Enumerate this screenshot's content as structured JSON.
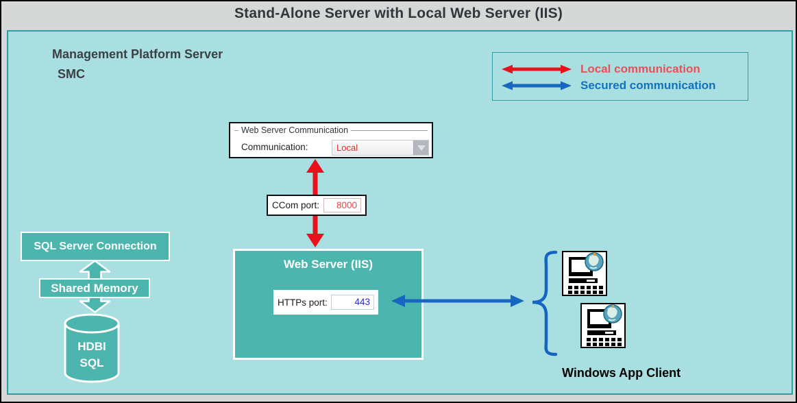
{
  "page": {
    "title": "Stand-Alone Server with Local Web Server (IIS)"
  },
  "platform": {
    "title": "Management Platform Server",
    "subtitle": "SMC"
  },
  "legend": {
    "items": [
      {
        "label": "Local communication",
        "arrow": "red-double-arrow",
        "color": "#e9515a"
      },
      {
        "label": "Secured communication",
        "arrow": "blue-double-arrow",
        "color": "#1273ba"
      }
    ]
  },
  "dialog": {
    "group_title": "Web Server Communication",
    "field_label": "Communication:",
    "dropdown_value": "Local"
  },
  "ccom": {
    "label": "CCom port:",
    "value": "8000"
  },
  "web_server": {
    "title": "Web Server (IIS)",
    "https_label": "HTTPs port:",
    "https_value": "443"
  },
  "sql": {
    "connection_label": "SQL Server Connection",
    "shared_memory_label": "Shared Memory",
    "db_line1": "HDBI",
    "db_line2": "SQL"
  },
  "clients": {
    "label": "Windows App Client",
    "count": 2
  },
  "colors": {
    "page_gray": "#d6d7d7",
    "area_bg": "#a9dfe1",
    "area_border": "#2d9fa0",
    "box_teal": "#4cb5ae",
    "local_red": "#e8111c",
    "secured_blue": "#1767c0",
    "dropdown_value_red": "#e02b30",
    "ccom_value_red": "#e8484e",
    "https_value_blue": "#2929cc"
  }
}
